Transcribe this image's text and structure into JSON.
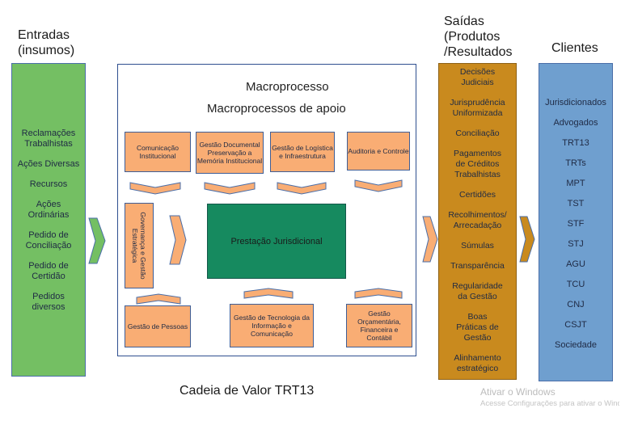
{
  "headers": {
    "entradas_line1": "Entradas",
    "entradas_line2": "(insumos)",
    "saidas_line1": "Saídas",
    "saidas_line2": "(Produtos",
    "saidas_line3": "/Resultados",
    "clientes": "Clientes"
  },
  "entradas": [
    "Reclamações Trabalhistas",
    "Ações Diversas",
    "Recursos",
    "Ações Ordinárias",
    "Pedido de Conciliação",
    "Pedido de Certidão",
    "Pedidos diversos"
  ],
  "macro": {
    "title": "Macroprocesso",
    "subtitle": "Macroprocessos de apoio",
    "comunicacao": "Comunicação Institucional",
    "gestao_documental": "Gestão Documental Preservação a Memória Institucional",
    "logistica": "Gestão de Logística e Infraestrutura",
    "auditoria": "Auditoria e Controle",
    "governanca": "Governança e Gestão Estratégica",
    "prestacao": "Prestação Jurisdicional",
    "pessoas": "Gestão de Pessoas",
    "tecnologia": "Gestão de Tecnologia da Informação e Comunicação",
    "orcamentaria": "Gestão Orçamentária, Financeira e Contábil"
  },
  "saidas": [
    "Decisões Judiciais",
    "Jurisprudência Uniformizada",
    "Conciliação",
    "Pagamentos de Créditos Trabalhistas",
    "Certidões",
    "Recolhimentos/ Arrecadação",
    "Súmulas",
    "Transparência",
    "Regularidade da Gestão",
    "Boas Práticas de Gestão",
    "Alinhamento estratégico"
  ],
  "clientes": [
    "Jurisdicionados",
    "Advogados",
    "TRT13",
    "TRTs",
    "MPT",
    "TST",
    "STF",
    "STJ",
    "AGU",
    "TCU",
    "CNJ",
    "CSJT",
    "Sociedade"
  ],
  "footer": "Cadeia de Valor TRT13",
  "watermark": {
    "line1": "Ativar o Windows",
    "line2": "Acesse Configurações para ativar o Wind"
  },
  "colors": {
    "entradas": "#74bf63",
    "saidas": "#c98a1e",
    "clientes": "#6f9fcf",
    "apoio": "#f9ad74",
    "finalistico": "#168a5f"
  }
}
